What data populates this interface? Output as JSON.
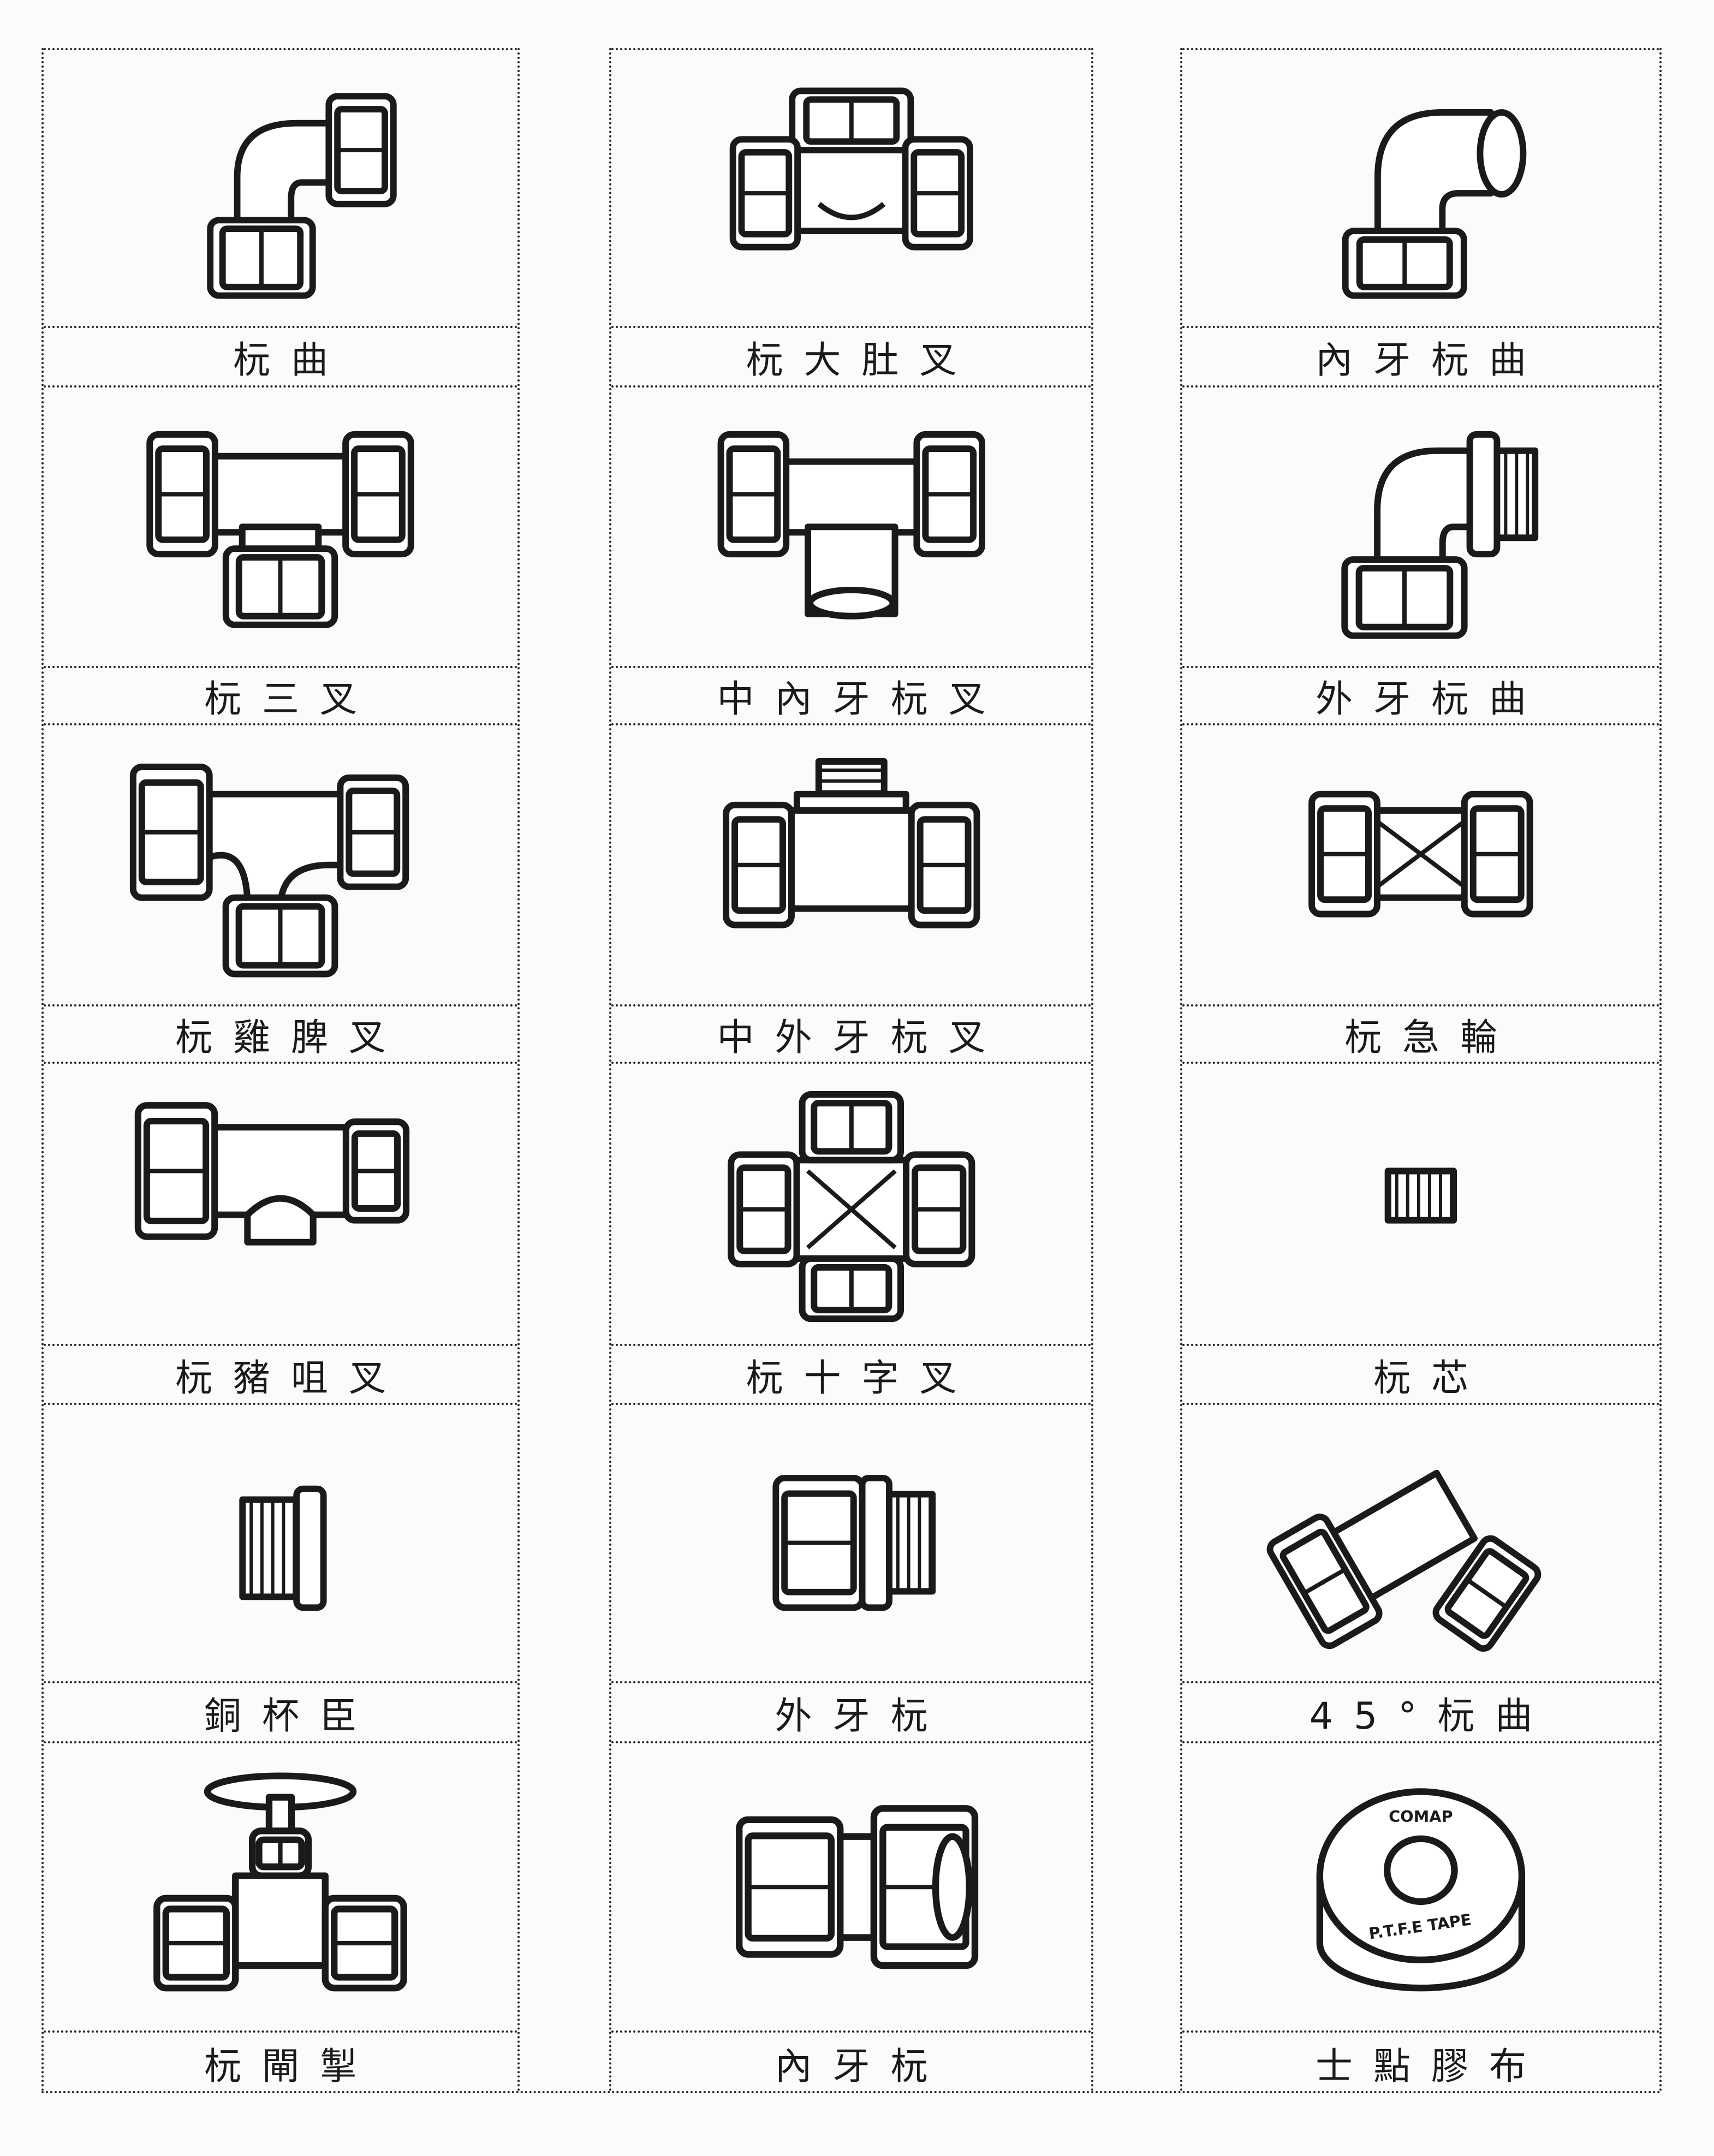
{
  "columns": [
    {
      "items": [
        {
          "label": "杬曲",
          "icon": "compression-elbow-icon"
        },
        {
          "label": "杬三叉",
          "icon": "compression-tee-icon"
        },
        {
          "label": "杬雞脾叉",
          "icon": "compression-swept-tee-icon"
        },
        {
          "label": "杬豬咀叉",
          "icon": "compression-reducing-tee-icon"
        },
        {
          "label": "銅杯臣",
          "icon": "brass-bush-icon"
        },
        {
          "label": "杬閘掣",
          "icon": "gate-valve-icon"
        }
      ]
    },
    {
      "items": [
        {
          "label": "杬大肚叉",
          "icon": "compression-bulge-tee-icon"
        },
        {
          "label": "中內牙杬叉",
          "icon": "female-branch-tee-icon"
        },
        {
          "label": "中外牙杬叉",
          "icon": "male-branch-tee-icon"
        },
        {
          "label": "杬十字叉",
          "icon": "compression-cross-icon"
        },
        {
          "label": "外牙杬",
          "icon": "male-connector-icon"
        },
        {
          "label": "內牙杬",
          "icon": "female-connector-icon"
        }
      ]
    },
    {
      "items": [
        {
          "label": "內牙杬曲",
          "icon": "female-elbow-icon"
        },
        {
          "label": "外牙杬曲",
          "icon": "male-elbow-icon"
        },
        {
          "label": "杬急輪",
          "icon": "compression-coupling-icon"
        },
        {
          "label": "杬芯",
          "icon": "pipe-insert-icon"
        },
        {
          "label": "45°杬曲",
          "icon": "elbow-45-icon"
        },
        {
          "label": "士點膠布",
          "icon": "ptfe-tape-icon"
        }
      ]
    }
  ],
  "tape": {
    "brand": "COMAP",
    "text": "P.T.F.E TAPE"
  }
}
